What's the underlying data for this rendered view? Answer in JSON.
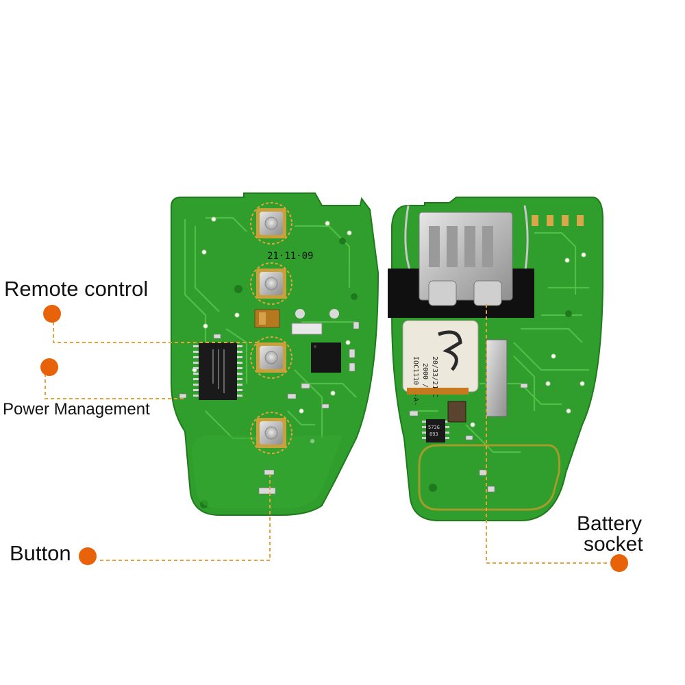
{
  "labels": {
    "remote_control": "Remote control",
    "power_management": "Power Management",
    "button": "Button",
    "battery_line1": "Battery",
    "battery_line2": "socket"
  },
  "board_left": {
    "date_print": "21·11·09"
  },
  "board_right": {
    "module_lines": [
      "IOC1110 P-A-",
      "2000 /",
      "20/33/21 C"
    ],
    "chip_marking": [
      "573G",
      "893"
    ]
  },
  "colors": {
    "accent": "#e8620a",
    "pcb": "#2f9e2c",
    "pcb_dark": "#1e7a1d",
    "trace": "#57c24a",
    "gold": "#c9a13a",
    "leader": "#e8a23a"
  }
}
